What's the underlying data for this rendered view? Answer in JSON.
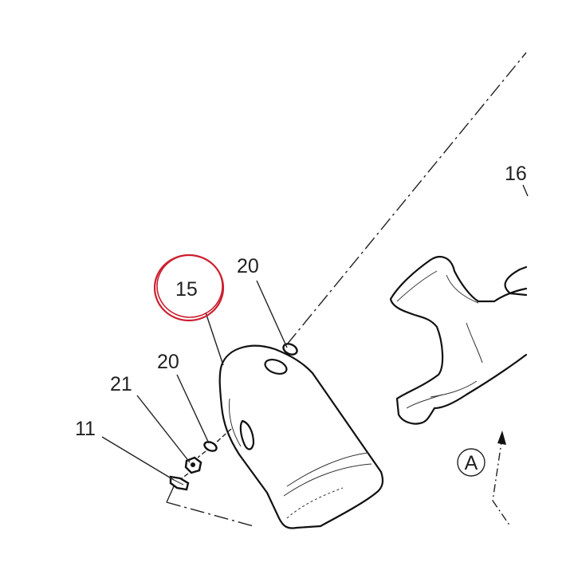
{
  "callouts": {
    "c15": "15",
    "c20_top": "20",
    "c20_left": "20",
    "c21": "21",
    "c11": "11",
    "c16": "16",
    "view_a": "A"
  },
  "highlight_color": "#cc1f2f"
}
